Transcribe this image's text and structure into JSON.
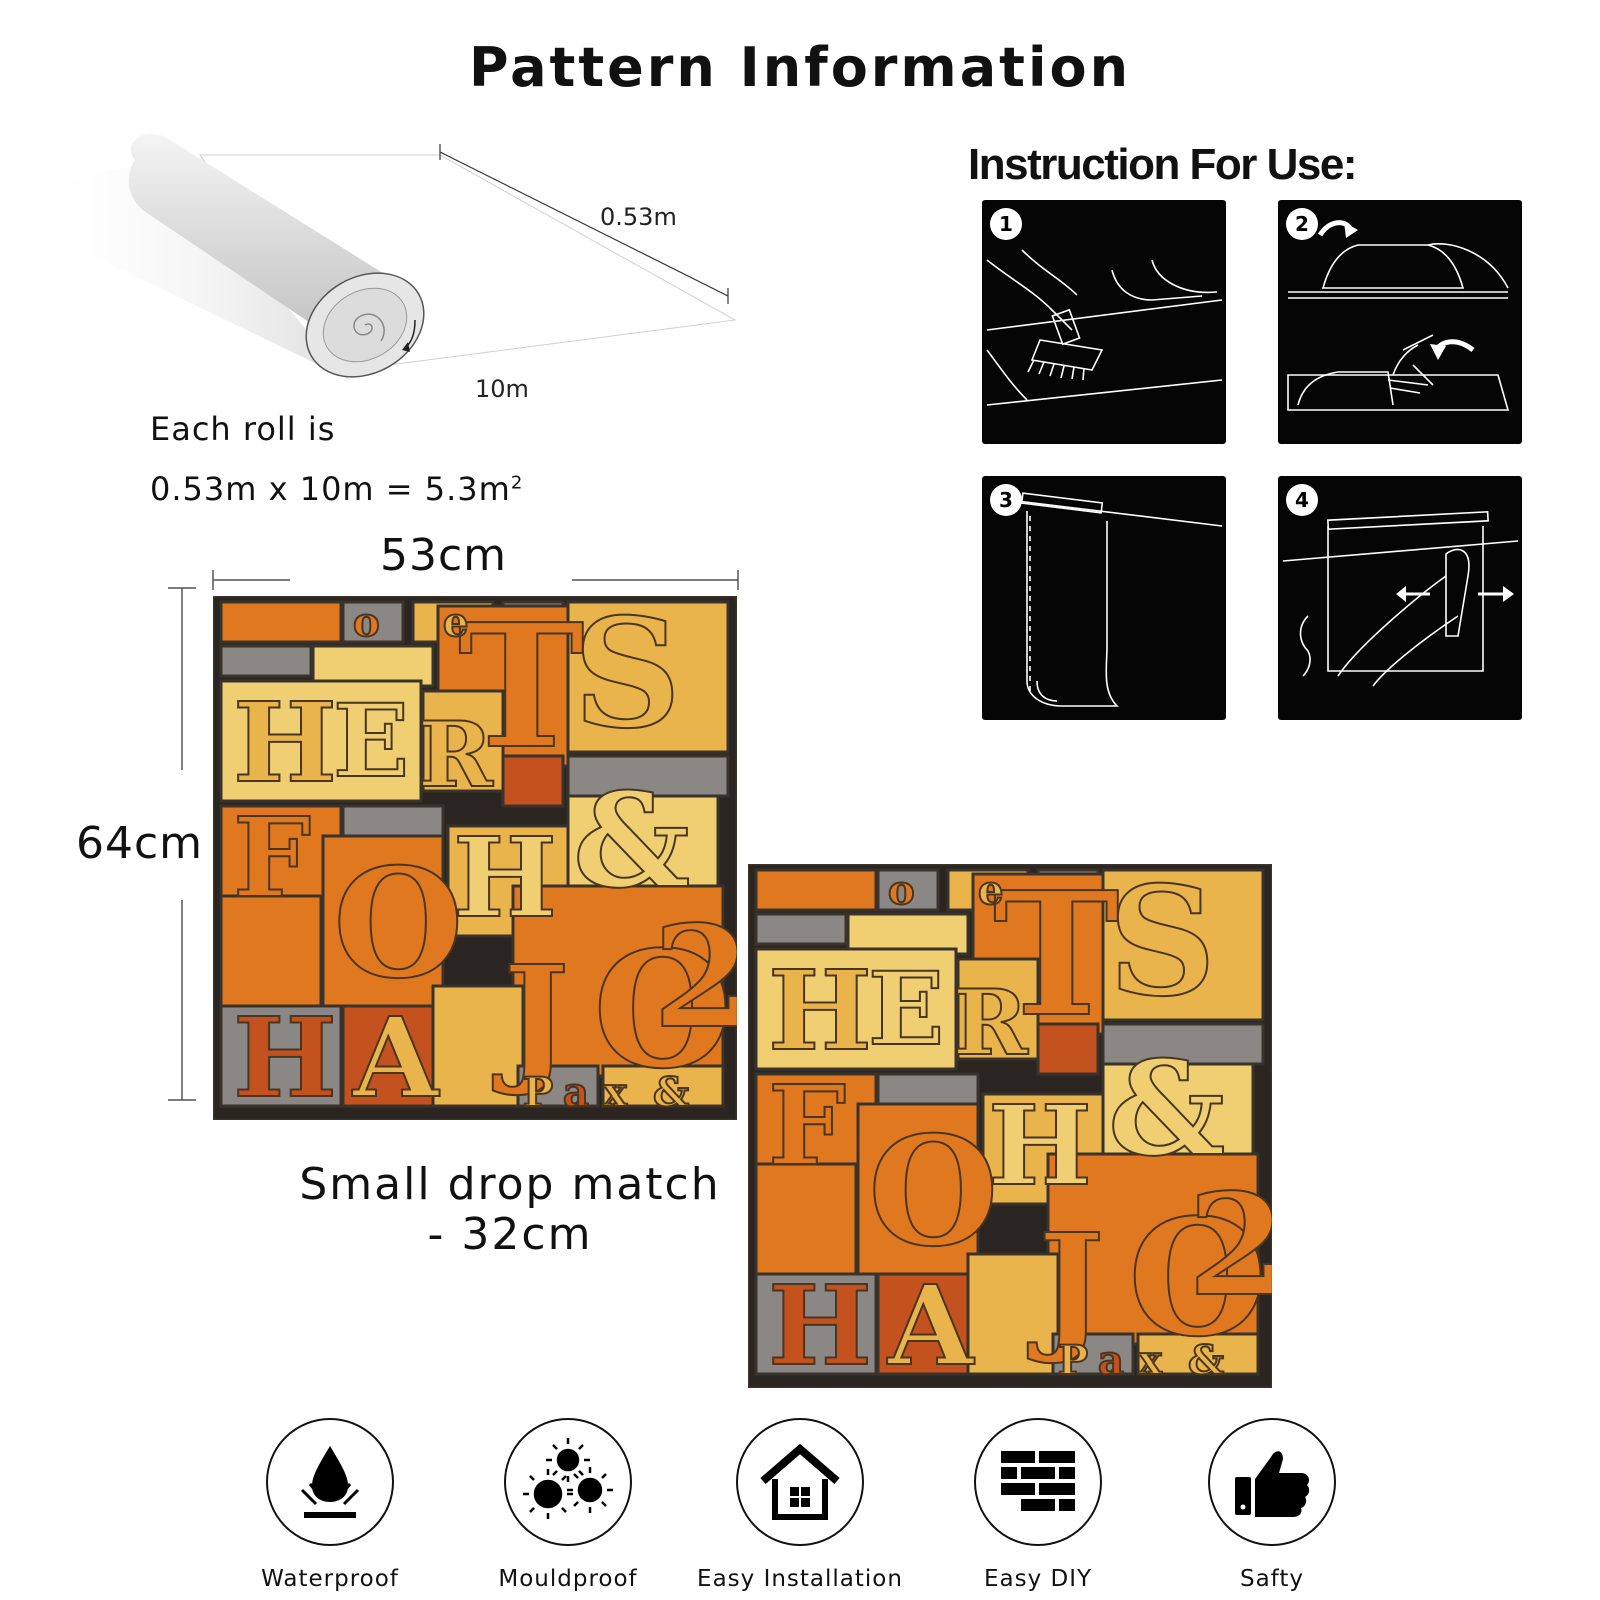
{
  "page": {
    "title": "Pattern Information"
  },
  "roll": {
    "width_label": "0.53m",
    "length_label": "10m",
    "info_line1": "Each roll is",
    "info_line2": "0.53m x 10m = 5.3m",
    "info_sup": "2"
  },
  "instructions": {
    "title": "Instruction For Use:",
    "steps": [
      {
        "number": "1"
      },
      {
        "number": "2"
      },
      {
        "number": "3"
      },
      {
        "number": "4"
      }
    ]
  },
  "pattern": {
    "width_label": "53cm",
    "height_label": "64cm",
    "match_line1": "Small drop match",
    "match_line2": "- 32cm",
    "colors": {
      "orange": "#e07820",
      "gold": "#e9b44c",
      "pale": "#f0cf72",
      "dark": "#2a2520",
      "gray": "#8a8784",
      "rust": "#c4521e"
    }
  },
  "features": [
    {
      "label": "Waterproof",
      "icon": "water-drop-icon"
    },
    {
      "label": "Mouldproof",
      "icon": "mould-icon"
    },
    {
      "label": "Easy Installation",
      "icon": "house-icon"
    },
    {
      "label": "Easy DIY",
      "icon": "bricks-icon"
    },
    {
      "label": "Safty",
      "icon": "thumbs-up-icon"
    }
  ]
}
